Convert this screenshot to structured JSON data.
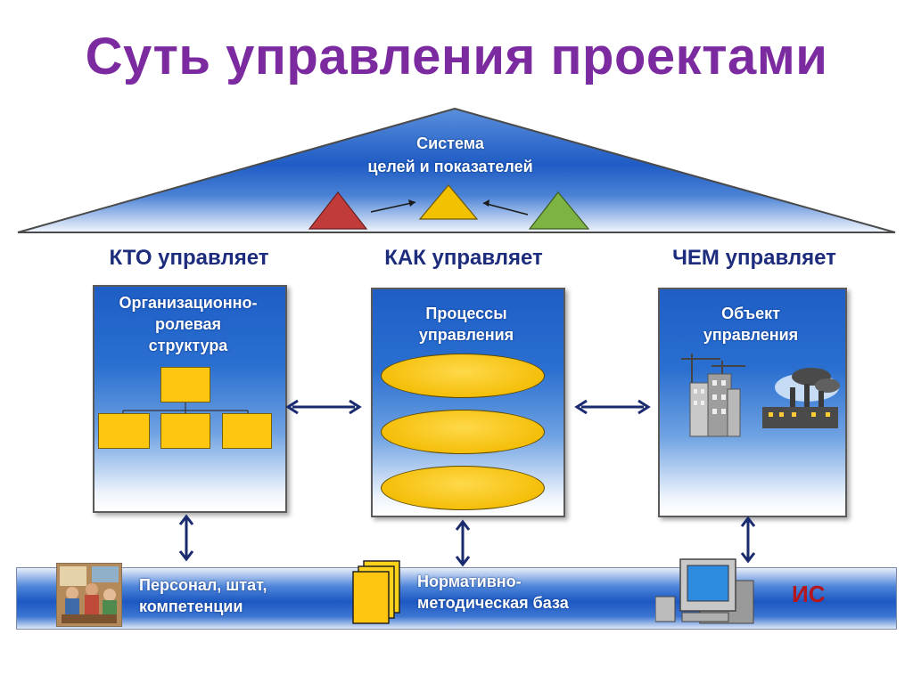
{
  "title": "Суть управления проектами",
  "roof": {
    "line1": "Система",
    "line2": "целей и показателей",
    "triangle_colors": [
      "#c23b3b",
      "#f2c200",
      "#7cb342"
    ]
  },
  "columns": [
    {
      "heading": "КТО управляет",
      "panel_lines": [
        "Организационно-",
        "ролевая",
        "структура"
      ]
    },
    {
      "heading": "КАК управляет",
      "panel_lines": [
        "Процессы",
        "управления"
      ]
    },
    {
      "heading": "ЧЕМ управляет",
      "panel_lines": [
        "Объект",
        "управления"
      ]
    }
  ],
  "foundation": {
    "personnel": [
      "Персонал, штат,",
      "компетенции"
    ],
    "normative": [
      "Нормативно-",
      "методическая база"
    ],
    "is_label": "ИС"
  },
  "colors": {
    "title": "#7b2aa0",
    "heading": "#1d2c7c",
    "arrow": "#1a2a6e",
    "yellow": "#ffc60f"
  }
}
